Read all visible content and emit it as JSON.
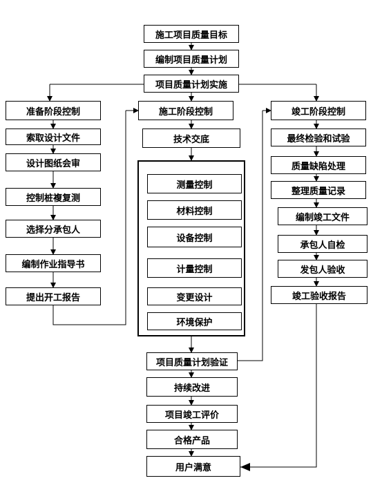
{
  "flow": {
    "top": [
      "施工项目质量目标",
      "编制项目质量计划",
      "项目质量计划实施"
    ],
    "left": [
      "准备阶段控制",
      "索取设计文件",
      "设计图纸会审",
      "控制桩複复测",
      "选择分承包人",
      "编制作业指导书",
      "提出开工报告"
    ],
    "center": [
      "施工阶段控制",
      "技术交底"
    ],
    "center_group": [
      "测量控制",
      "材料控制",
      "设备控制",
      "计量控制",
      "变更设计",
      "环境保护"
    ],
    "right": [
      "竣工阶段控制",
      "最终检验和试验",
      "质量缺陷处理",
      "整理质量记录",
      "编制竣工文件",
      "承包人自检",
      "发包人验收",
      "竣工验收报告"
    ],
    "bottom": [
      "项目质量计划验证",
      "持续改进",
      "项目竣工评价",
      "合格产品",
      "用户满意"
    ]
  }
}
